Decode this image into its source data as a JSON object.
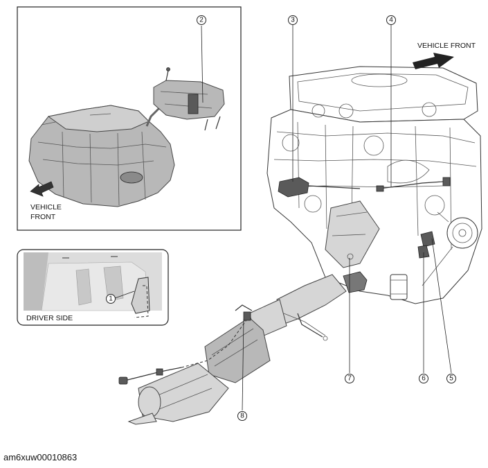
{
  "inset_fuel_tank": {
    "direction_label_line1": "VEHICLE",
    "direction_label_line2": "FRONT"
  },
  "inset_driver": {
    "label": "DRIVER SIDE"
  },
  "engine": {
    "direction_label": "VEHICLE FRONT"
  },
  "callouts": {
    "c1": "1",
    "c2": "2",
    "c3": "3",
    "c4": "4",
    "c5": "5",
    "c6": "6",
    "c7": "7",
    "c8": "8"
  },
  "caption": "am6xuw00010863"
}
